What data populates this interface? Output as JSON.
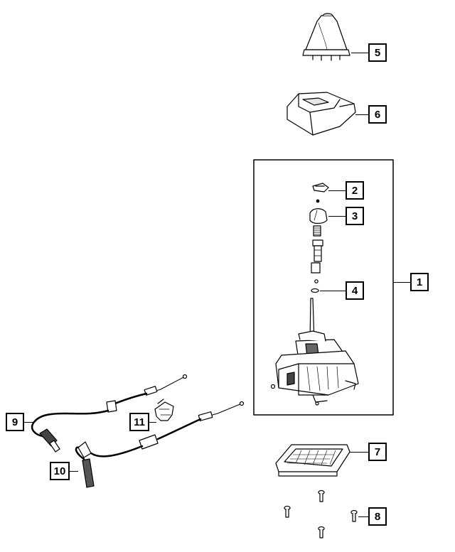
{
  "callouts": {
    "c1": "1",
    "c2": "2",
    "c3": "3",
    "c4": "4",
    "c5": "5",
    "c6": "6",
    "c7": "7",
    "c8": "8",
    "c9": "9",
    "c10": "10",
    "c11": "11"
  },
  "colors": {
    "line": "#000000",
    "fill": "#ffffff",
    "shade": "#d9d9d9",
    "dark": "#555555"
  }
}
